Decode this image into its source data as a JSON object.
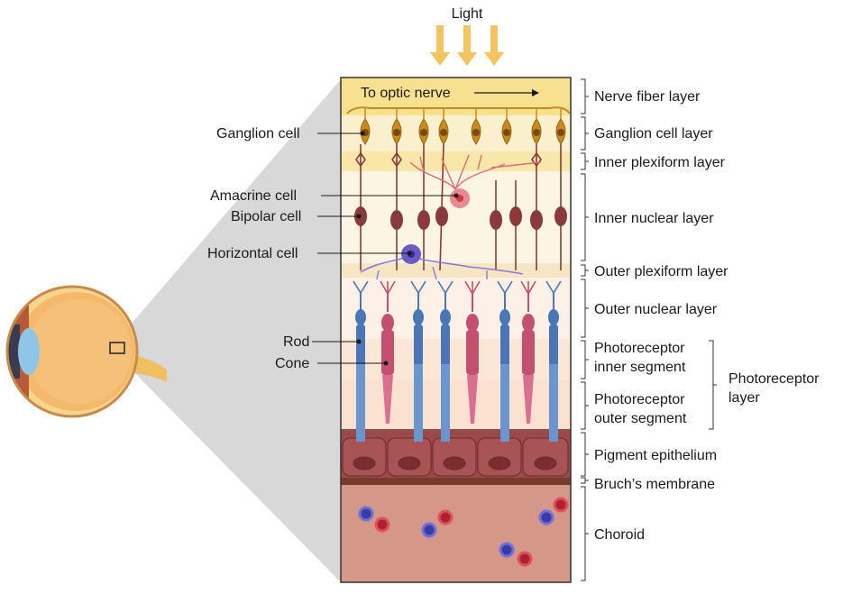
{
  "top": {
    "light": "Light",
    "optic_nerve": "To optic nerve"
  },
  "cell_labels": {
    "ganglion": "Ganglion cell",
    "amacrine": "Amacrine cell",
    "bipolar": "Bipolar cell",
    "horizontal": "Horizontal cell",
    "rod": "Rod",
    "cone": "Cone"
  },
  "layers": [
    {
      "label": "Nerve fiber layer"
    },
    {
      "label": "Ganglion cell layer"
    },
    {
      "label": "Inner plexiform layer"
    },
    {
      "label": "Inner nuclear layer"
    },
    {
      "label": "Outer plexiform layer"
    },
    {
      "label": "Outer nuclear layer"
    },
    {
      "line1": "Photoreceptor",
      "line2": "inner segment"
    },
    {
      "line1": "Photoreceptor",
      "line2": "outer segment"
    },
    {
      "label": "Pigment epithelium"
    },
    {
      "label": "Bruch’s membrane"
    },
    {
      "label": "Choroid"
    }
  ],
  "photoreceptor_group": {
    "line1": "Photoreceptor",
    "line2": "layer"
  },
  "colors": {
    "nerve_fiber": "#f6e08f",
    "ganglion_cell": "#c98a1e",
    "bipolar_cell": "#8a3a3c",
    "amacrine_cell": "#e06a74",
    "horizontal_cell": "#6a5bc4",
    "rod": "#4a76b8",
    "cone": "#c2506e",
    "pigment_epithelium": "#9a4a4a",
    "choroid": "#d49888",
    "bruch_membrane": "#7a3a2a",
    "light_arrow": "#f2c462"
  }
}
